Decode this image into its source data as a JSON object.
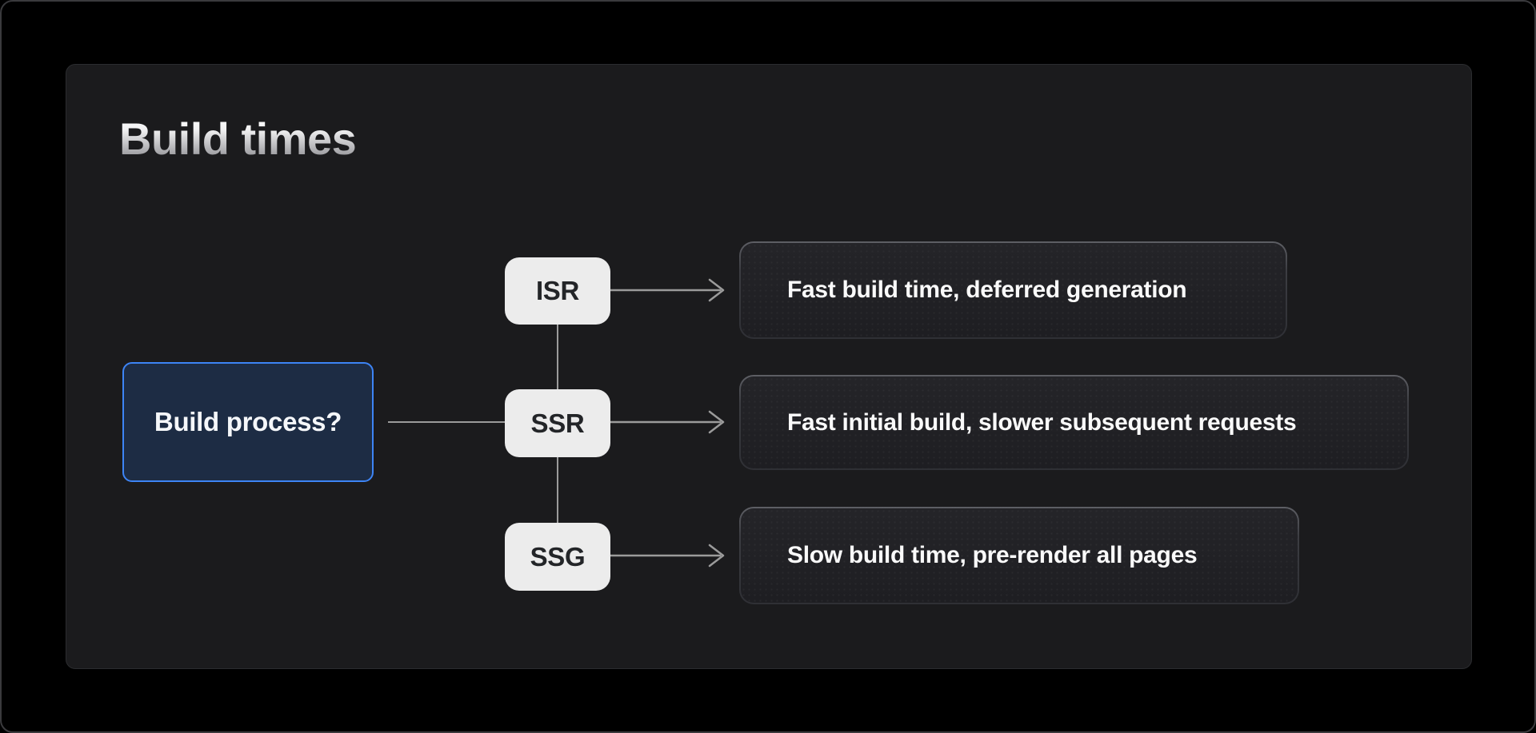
{
  "slide": {
    "title": "Build times"
  },
  "diagram": {
    "root": {
      "label": "Build process?"
    },
    "branches": [
      {
        "label": "ISR",
        "outcome": "Fast build time, deferred generation"
      },
      {
        "label": "SSR",
        "outcome": "Fast initial build, slower subsequent requests"
      },
      {
        "label": "SSG",
        "outcome": "Slow build time, pre-render all pages"
      }
    ],
    "colors": {
      "background": "#000000",
      "canvas": "#1b1b1d",
      "accent_blue": "#3d84f5",
      "root_fill": "#1d2c44",
      "branch_fill": "#ececec",
      "connector": "#9b9b9b"
    }
  }
}
